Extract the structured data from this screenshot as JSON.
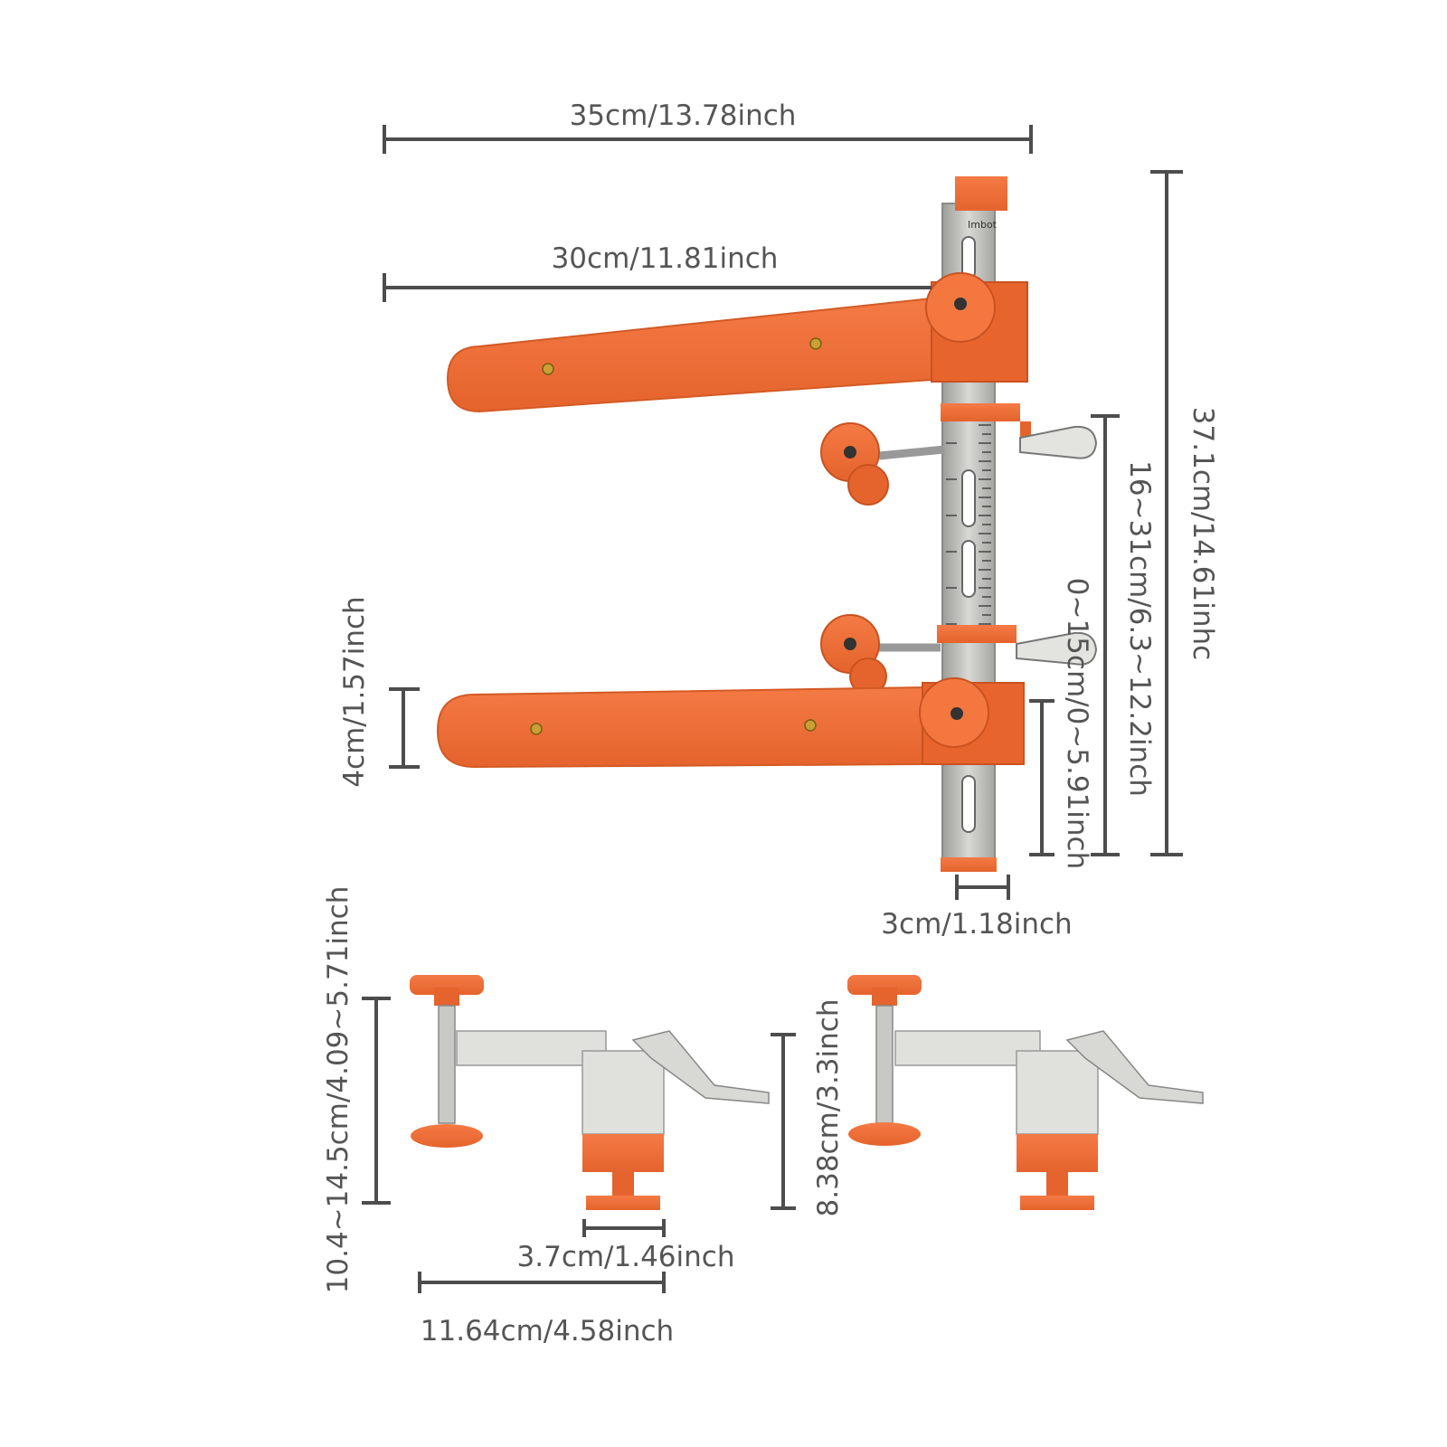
{
  "brand": "Imbot",
  "colors": {
    "orange": "#f0713a",
    "orange_dark": "#d95a26",
    "steel": "#b9b9b5",
    "steel_light": "#d9d9d5",
    "line": "#4d4d4d",
    "text": "#555555"
  },
  "dimensions": {
    "overall_width": "35cm/13.78inch",
    "arm_length": "30cm/11.81inch",
    "overall_height": "37.1cm/14.61inhc",
    "clamp_range": "16~31cm/6.3~12.2inch",
    "slide_range": "0~15cm/0~5.91inch",
    "arm_thickness": "4cm/1.57inch",
    "bar_width": "3cm/1.18inch",
    "clamp_height": "10.4~14.5cm/4.09~5.71inch",
    "clamp_base": "3.7cm/1.46inch",
    "clamp_length": "11.64cm/4.58inch",
    "clamp_body_height": "8.38cm/3.3inch"
  }
}
